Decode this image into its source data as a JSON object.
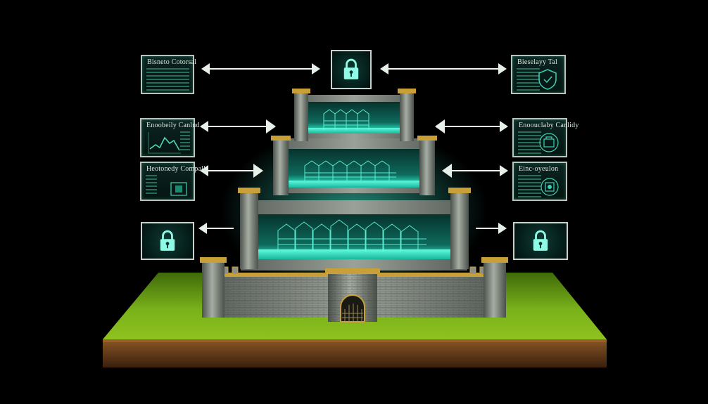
{
  "panels": {
    "top_left": "Bisneto Cotorsal",
    "top_right": "Bieselayy Tal",
    "mid_left": "Enoobeily Canlud",
    "mid_right": "Enoouclaby Canlidy",
    "low_left": "Heotonedy Compall",
    "low_right": "Einc-oyeulon"
  },
  "icons": {
    "lock": "lock-icon",
    "shield": "shield-icon",
    "chart": "line-chart-icon",
    "arrow": "double-arrow-icon"
  },
  "colors": {
    "background": "#000000",
    "glow": "#3cf0cf",
    "stone": "#8f968d",
    "gold": "#d5aa3c",
    "grass": "#7fb519",
    "soil": "#7a4a22",
    "panel_border": "#b8c4bc"
  }
}
